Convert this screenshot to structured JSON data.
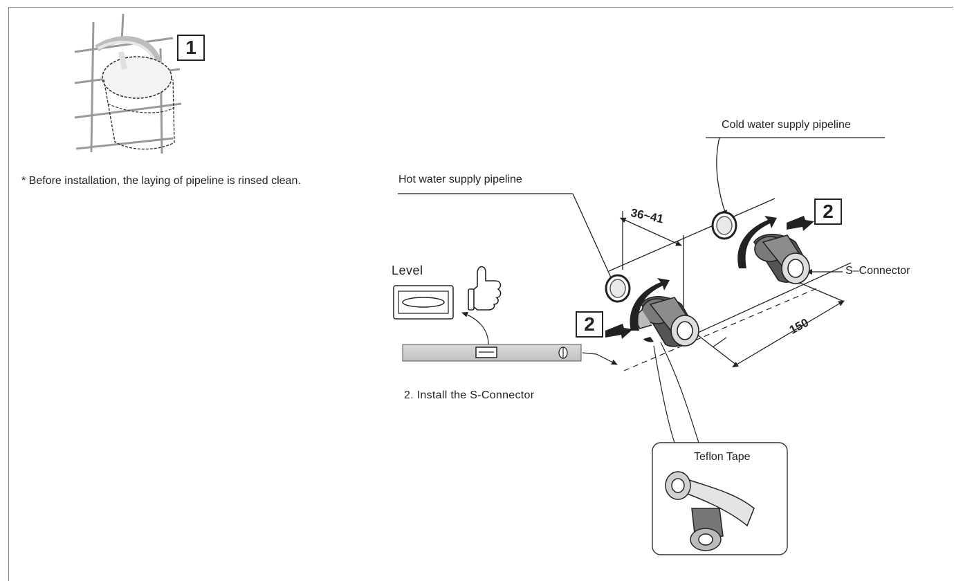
{
  "step1": {
    "number": "1",
    "note": "* Before installation, the laying of pipeline is rinsed clean."
  },
  "step2": {
    "number": "2",
    "caption": "2. Install the S-Connector",
    "labels": {
      "hot": "Hot water supply pipeline",
      "cold": "Cold water supply pipeline",
      "connector": "S–Connector",
      "level": "Level",
      "teflon": "Teflon Tape"
    },
    "dimensions": {
      "offset": "36~41",
      "spacing": "150"
    }
  },
  "icons": {
    "bucket": "bucket-under-tap-icon",
    "thumbs": "thumbs-up-icon",
    "level_tool": "spirit-level-icon",
    "arrows": "push-arrow-icon"
  }
}
